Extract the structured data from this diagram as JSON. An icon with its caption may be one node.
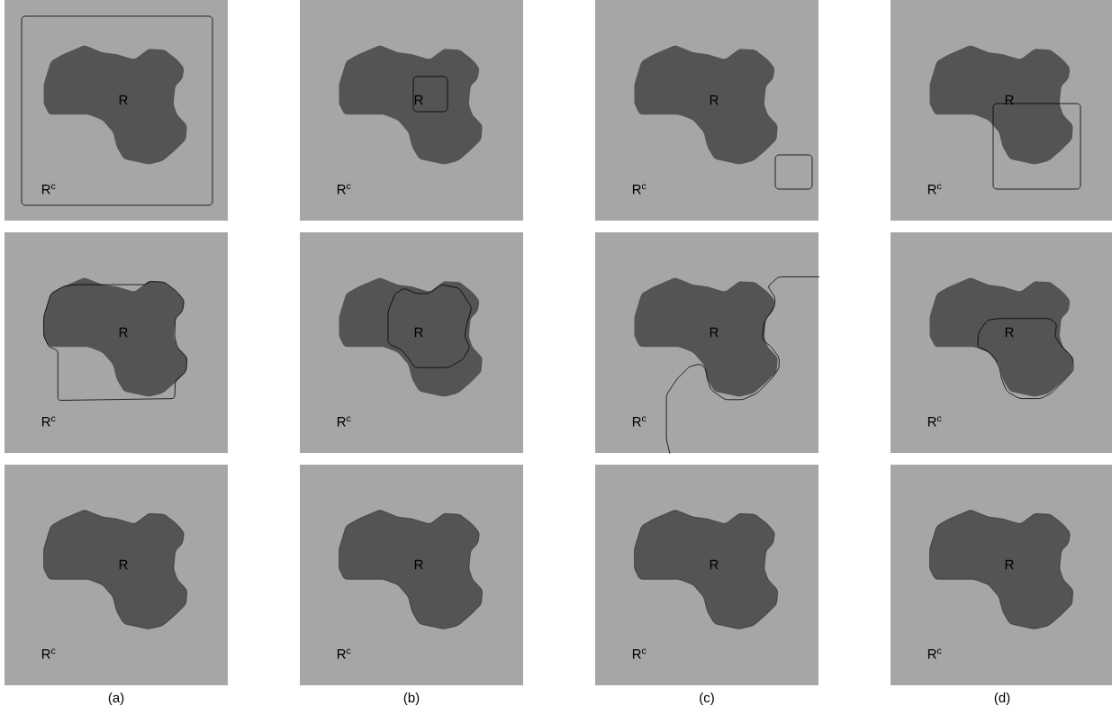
{
  "diagram": {
    "labels": [
      "R",
      "R$^{c}$",
      "R",
      "R$^{c}$",
      "R",
      "R$^{c}$",
      "R",
      "R$^{c}$",
      "R",
      "R$^{c}$",
      "R",
      "R$^{c}$",
      "R",
      "R$^{c}$",
      "R",
      "R$^{c}$",
      "R",
      "R$^{c}$",
      "R",
      "R$^{c}$",
      "R",
      "R$^{c}$",
      "R",
      "R$^{c}$",
      "(a)",
      "(b)",
      "(c)",
      "(d)"
    ]
  }
}
